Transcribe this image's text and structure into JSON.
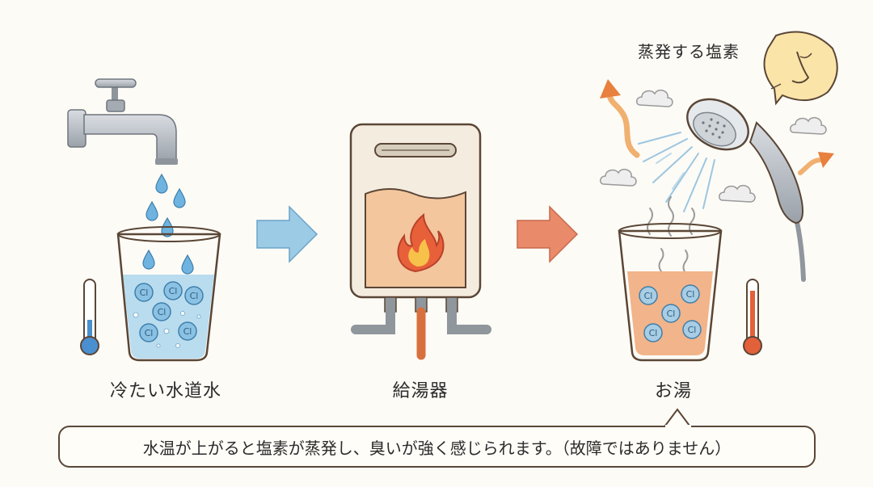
{
  "labels": {
    "cold_water": "冷たい水道水",
    "water_heater": "給湯器",
    "hot_water": "お湯",
    "evaporating_chlorine": "蒸発する塩素"
  },
  "caption": "水温が上がると塩素が蒸発し、臭いが強く感じられます。（故障ではありません）",
  "chlorine_symbol": "Cl",
  "colors": {
    "cold_water": "#b9dcef",
    "hot_water": "#f2b48a",
    "flow_arrow_cold": "#9ccbe6",
    "flow_arrow_hot": "#e98a6a",
    "outline": "#5a4636",
    "flame": "#e8603a"
  }
}
